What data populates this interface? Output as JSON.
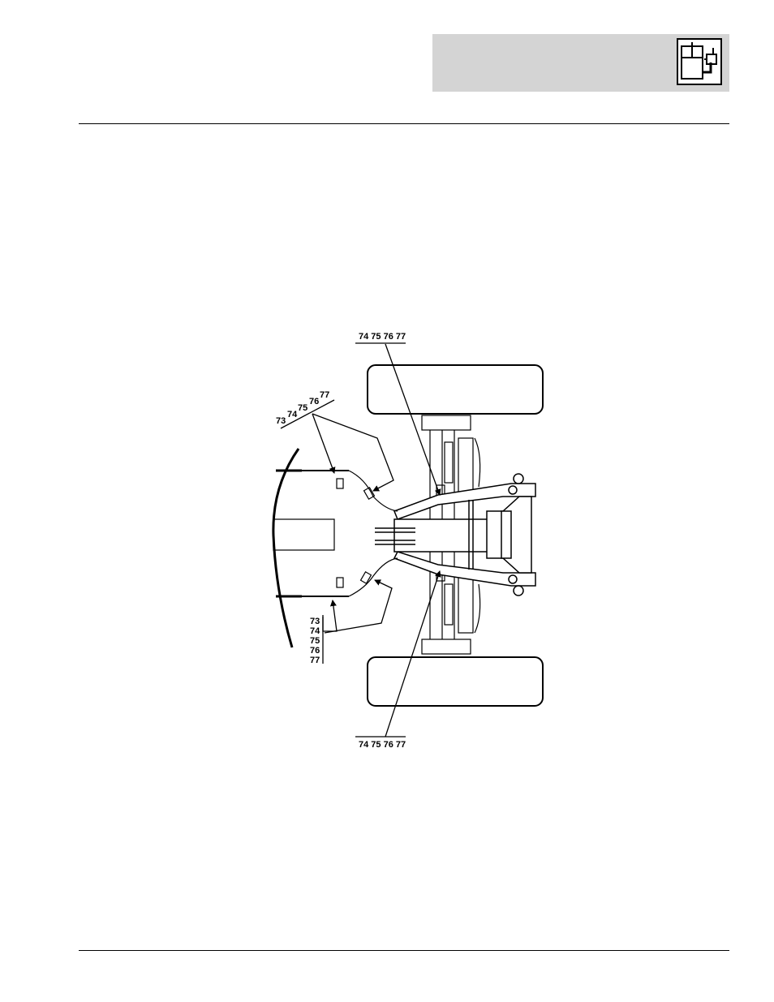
{
  "header": {
    "icon": "hydraulic-tank-icon",
    "background": "#d4d4d4"
  },
  "callouts": {
    "top_right": "74 75 76 77",
    "bottom_right": "74 75 76 77",
    "upper_left": [
      "73",
      "74",
      "75",
      "76",
      "77"
    ],
    "lower_left": [
      "73",
      "74",
      "75",
      "76",
      "77"
    ]
  }
}
